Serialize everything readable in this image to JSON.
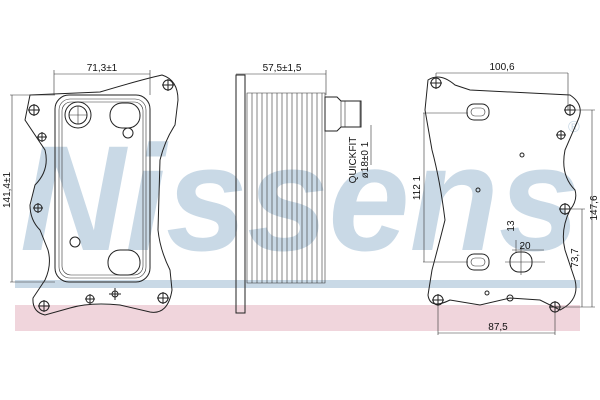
{
  "watermark": {
    "text": "Nissens",
    "registered": "®",
    "color": "#c9d9e6",
    "band_color": "#f0d5dc"
  },
  "front_view": {
    "width_dim": "71,3±1",
    "height_dim": "141,4±1"
  },
  "side_view": {
    "depth_dim": "57,5±1,5",
    "connector_label": "QUICKFIT",
    "connector_dim": "ø18±0 1"
  },
  "rear_view": {
    "top_dim": "100,6",
    "port_spacing_dim": "112 1",
    "port_height_dim": "13",
    "port_width_dim": "20",
    "right_height_dim": "147,6",
    "lower_height_dim": "73,7",
    "bottom_dim": "87,5"
  }
}
